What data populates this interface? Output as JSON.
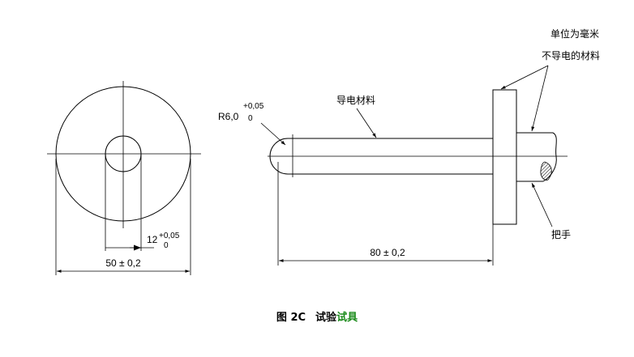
{
  "labels": {
    "unit_note": "单位为毫米",
    "nonconductive": "不导电的材料",
    "conductive": "导电材料",
    "handle": "把手",
    "radius_main": "R6,0",
    "radius_tol_upper": "+0,05",
    "radius_tol_lower": "0",
    "dim_bore_main": "12",
    "dim_bore_tol_upper": "+0,05",
    "dim_bore_tol_lower": "0",
    "dim_outer": "50 ± 0,2",
    "dim_length": "80 ± 0,2"
  },
  "caption": {
    "figure_no": "图 2C",
    "title_plain": "试验",
    "title_highlight": "试具"
  },
  "colors": {
    "line": "#000000",
    "caption_highlight": "#1a8a1a"
  }
}
